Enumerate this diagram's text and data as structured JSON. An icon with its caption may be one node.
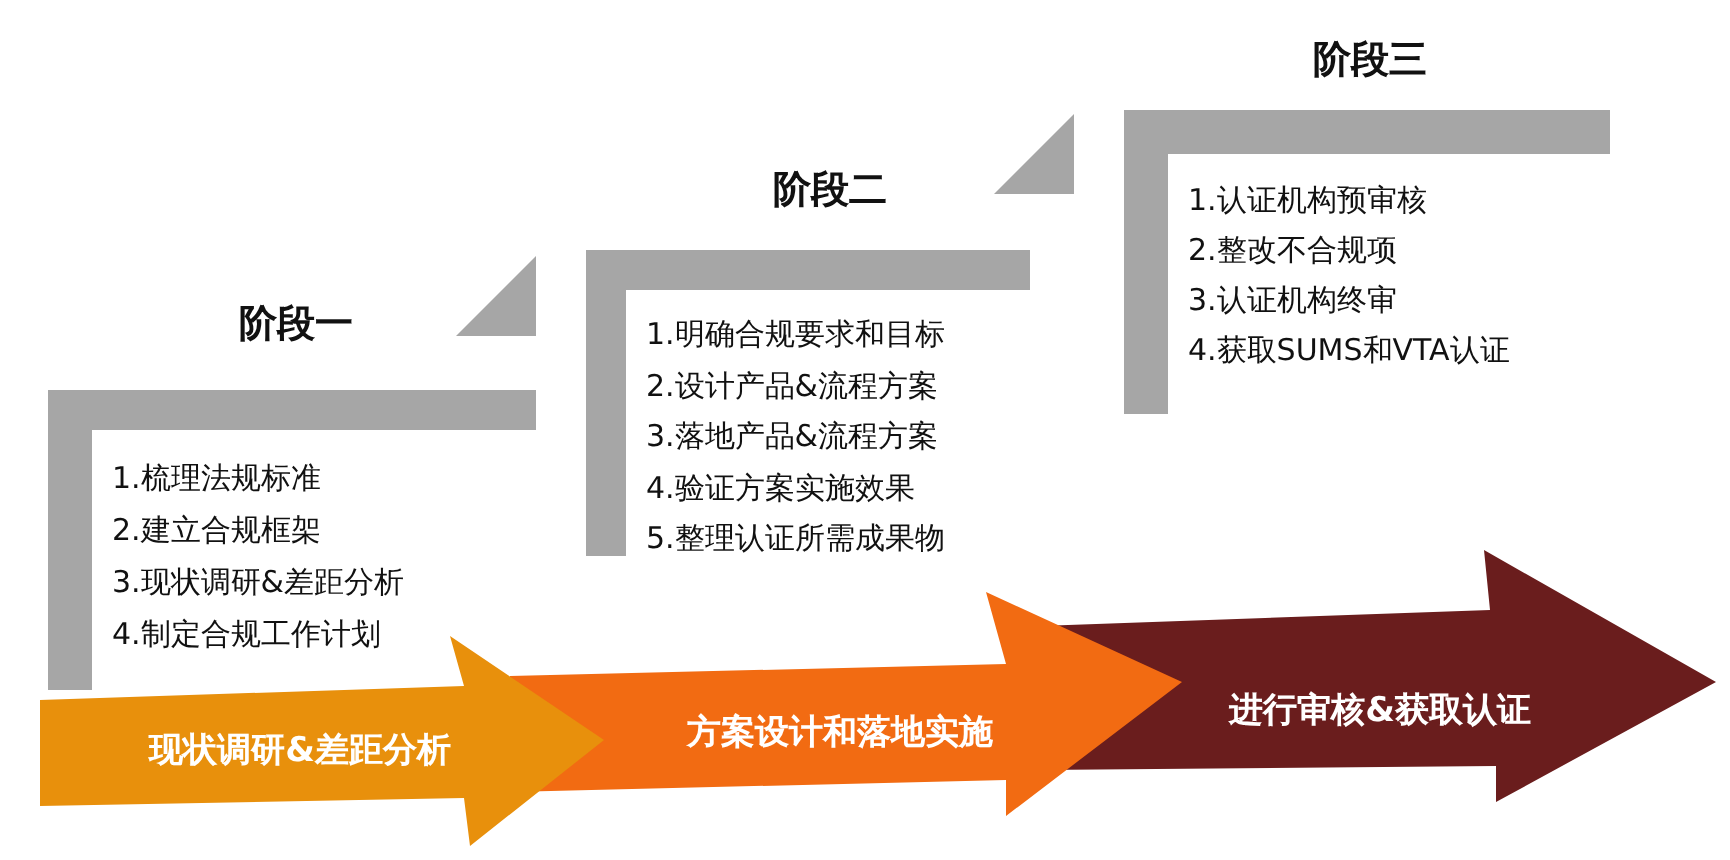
{
  "diagram": {
    "nodes": [
      {
        "text": [
          "阶段一",
          "1.梳理法规标准",
          "2.建立合规框架",
          "3.现状调研&差距分析",
          "4.制定合规工作计划"
        ]
      },
      {
        "text": [
          "阶段二",
          "1.明确合规要求和目标",
          "2.设计产品&流程方案",
          "3.落地产品&流程方案",
          "4.验证方案实施效果",
          "5.整理认证所需成果物"
        ]
      },
      {
        "text": [
          "阶段三",
          "1.认证机构预审核",
          "2.整改不合规项",
          "3.认证机构终审",
          "4.获取SUMS和VTA认证"
        ]
      },
      {
        "text": [
          "现状调研&差距分析"
        ]
      },
      {
        "text": [
          "方案设计和落地实施"
        ]
      },
      {
        "text": [
          "进行审核&获取认证"
        ]
      }
    ]
  }
}
